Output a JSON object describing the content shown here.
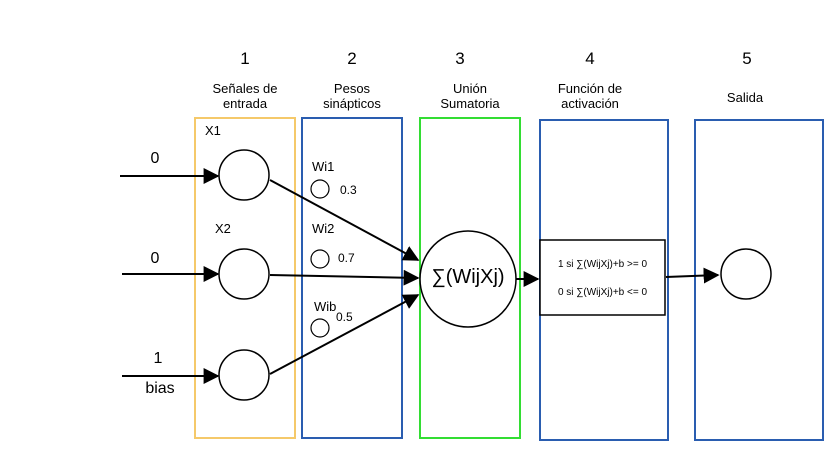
{
  "columns": [
    {
      "number": "1",
      "title_line1": "Señales de",
      "title_line2": "entrada"
    },
    {
      "number": "2",
      "title_line1": "Pesos",
      "title_line2": "sinápticos"
    },
    {
      "number": "3",
      "title_line1": "Unión",
      "title_line2": "Sumatoria"
    },
    {
      "number": "4",
      "title_line1": "Función de",
      "title_line2": "activación"
    },
    {
      "number": "5",
      "title_line1": "Salida",
      "title_line2": ""
    }
  ],
  "inputs": {
    "x1_value": "0",
    "x2_value": "0",
    "bias_value": "1",
    "bias_label": "bias",
    "x1_label": "X1",
    "x2_label": "X2"
  },
  "weights": [
    {
      "label": "Wi1",
      "value": "0.3"
    },
    {
      "label": "Wi2",
      "value": "0.7"
    },
    {
      "label": "Wib",
      "value": "0.5"
    }
  ],
  "summation_label": "∑(WijXj)",
  "activation": {
    "rule1": "1 si ∑(WijXj)+b >= 0",
    "rule2": "0 si ∑(WijXj)+b <= 0"
  },
  "colors": {
    "column1_border": "#f5c96a",
    "column2_border": "#2a5db0",
    "column3_border": "#33dd33",
    "column4_border": "#2a5db0",
    "column5_border": "#2a5db0"
  }
}
